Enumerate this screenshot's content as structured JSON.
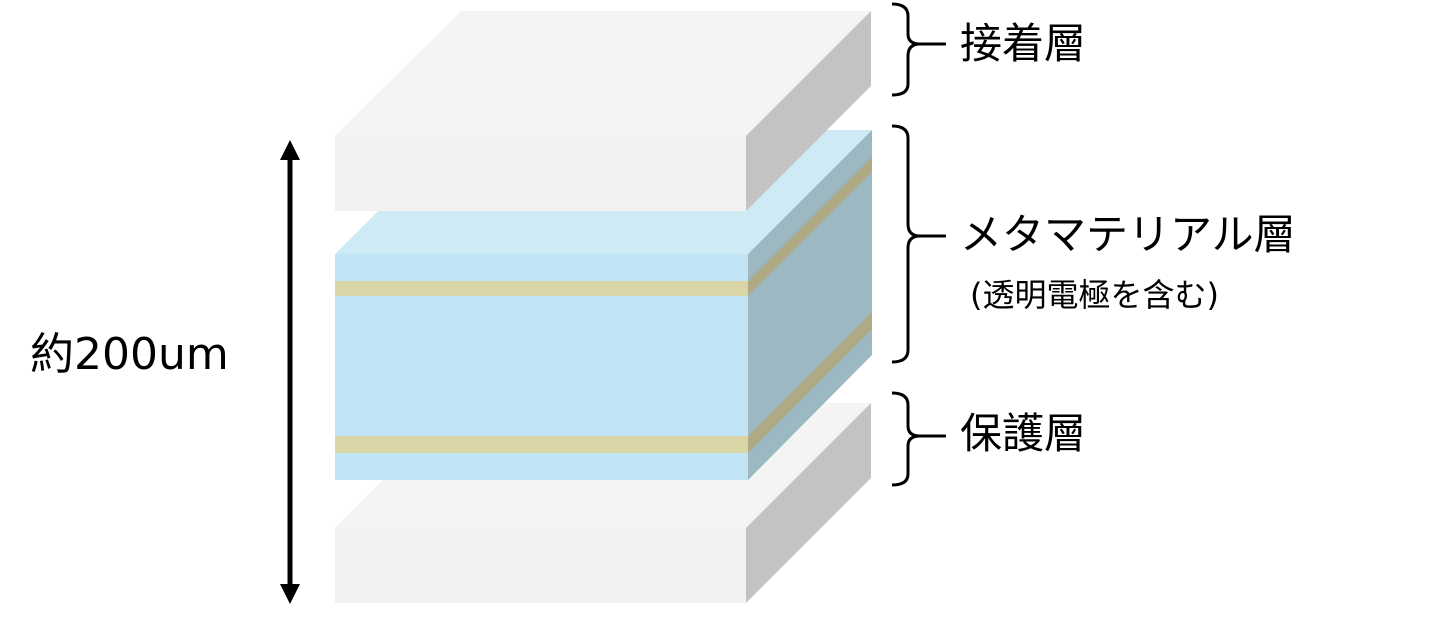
{
  "labels": {
    "adhesive_layer": "接着層",
    "metamaterial_layer": "メタマテリアル層",
    "metamaterial_note": "(透明電極を含む)",
    "protective_layer": "保護層",
    "thickness": "約200um"
  },
  "colors": {
    "white_top": "#f4f4f4",
    "white_front": "#f2f2f2",
    "white_side": "#c3c3c3",
    "blue_top": "#cdeaf5",
    "blue_front": "#c1e5f4",
    "blue_side": "#9bb8c3",
    "electrode_front": "#dad5a6",
    "electrode_side": "#adaa85"
  }
}
